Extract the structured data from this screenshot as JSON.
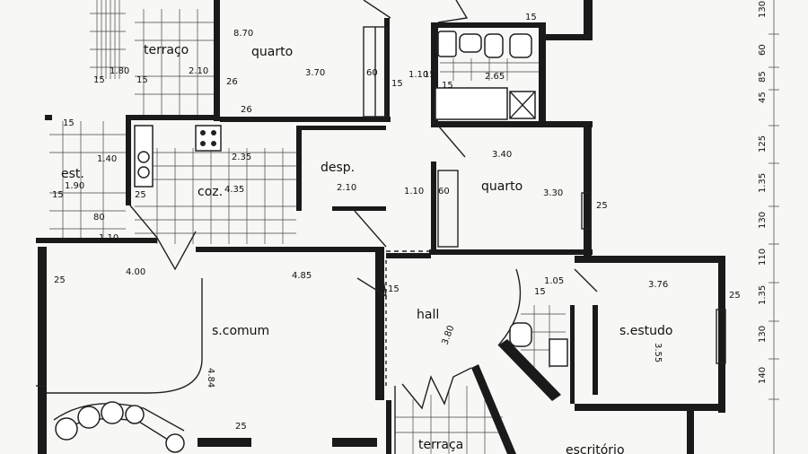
{
  "rooms": {
    "terraco_top": "terraço",
    "quarto_top": "quarto",
    "est": "est.",
    "coz": "coz.",
    "desp": "desp.",
    "quarto_right": "quarto",
    "s_comum": "s.comum",
    "hall": "hall",
    "s_estudo": "s.estudo",
    "terraco_bottom": "terraça",
    "escritorio": "escritório"
  },
  "dimensions": {
    "d_8_70": "8.70",
    "d_3_70": "3.70",
    "d_60": "60",
    "d_1_10a": "1.10",
    "d_15a": "15",
    "d_15b": "15",
    "d_15c": "15",
    "d_2_65": "2.65",
    "d_1_10b": "1.10",
    "d_1_80": "1.80",
    "d_60b": "60",
    "d_15_left": "15",
    "d_26": "26",
    "d_26b": "26",
    "d_2_35": "2.35",
    "d_4_35": "4.35",
    "d_1_90": "1.90",
    "d_15_est": "15",
    "d_25_est": "25",
    "d_2_10": "2.10",
    "d_1_10c": "1.10",
    "d_60c": "60",
    "d_3_40": "3.40",
    "d_3_30": "3.30",
    "d_25_q": "25",
    "d_4_00": "4.00",
    "d_4_85": "4.85",
    "d_15_h1": "15",
    "d_15_h2": "15",
    "d_1_05": "1.05",
    "d_3_76": "3.76",
    "d_25_se": "25",
    "d_25_sc": "25",
    "d_3_80": "3.80",
    "d_4_84": "4.84",
    "d_3_55": "3.55",
    "d_25_bottom": "25",
    "d_110_left": "1.10",
    "d_80_left": "80",
    "d_140_left": "1.40",
    "d_25_left_top": "15",
    "d_15_top_right": "15",
    "d_2_10_ter": "2.10",
    "d_15_ter": "15",
    "d_15_est2": "15"
  },
  "right_scale": [
    "130",
    "60",
    "85",
    "45",
    "125",
    "1.35",
    "130",
    "110",
    "1.35",
    "130",
    "140"
  ]
}
